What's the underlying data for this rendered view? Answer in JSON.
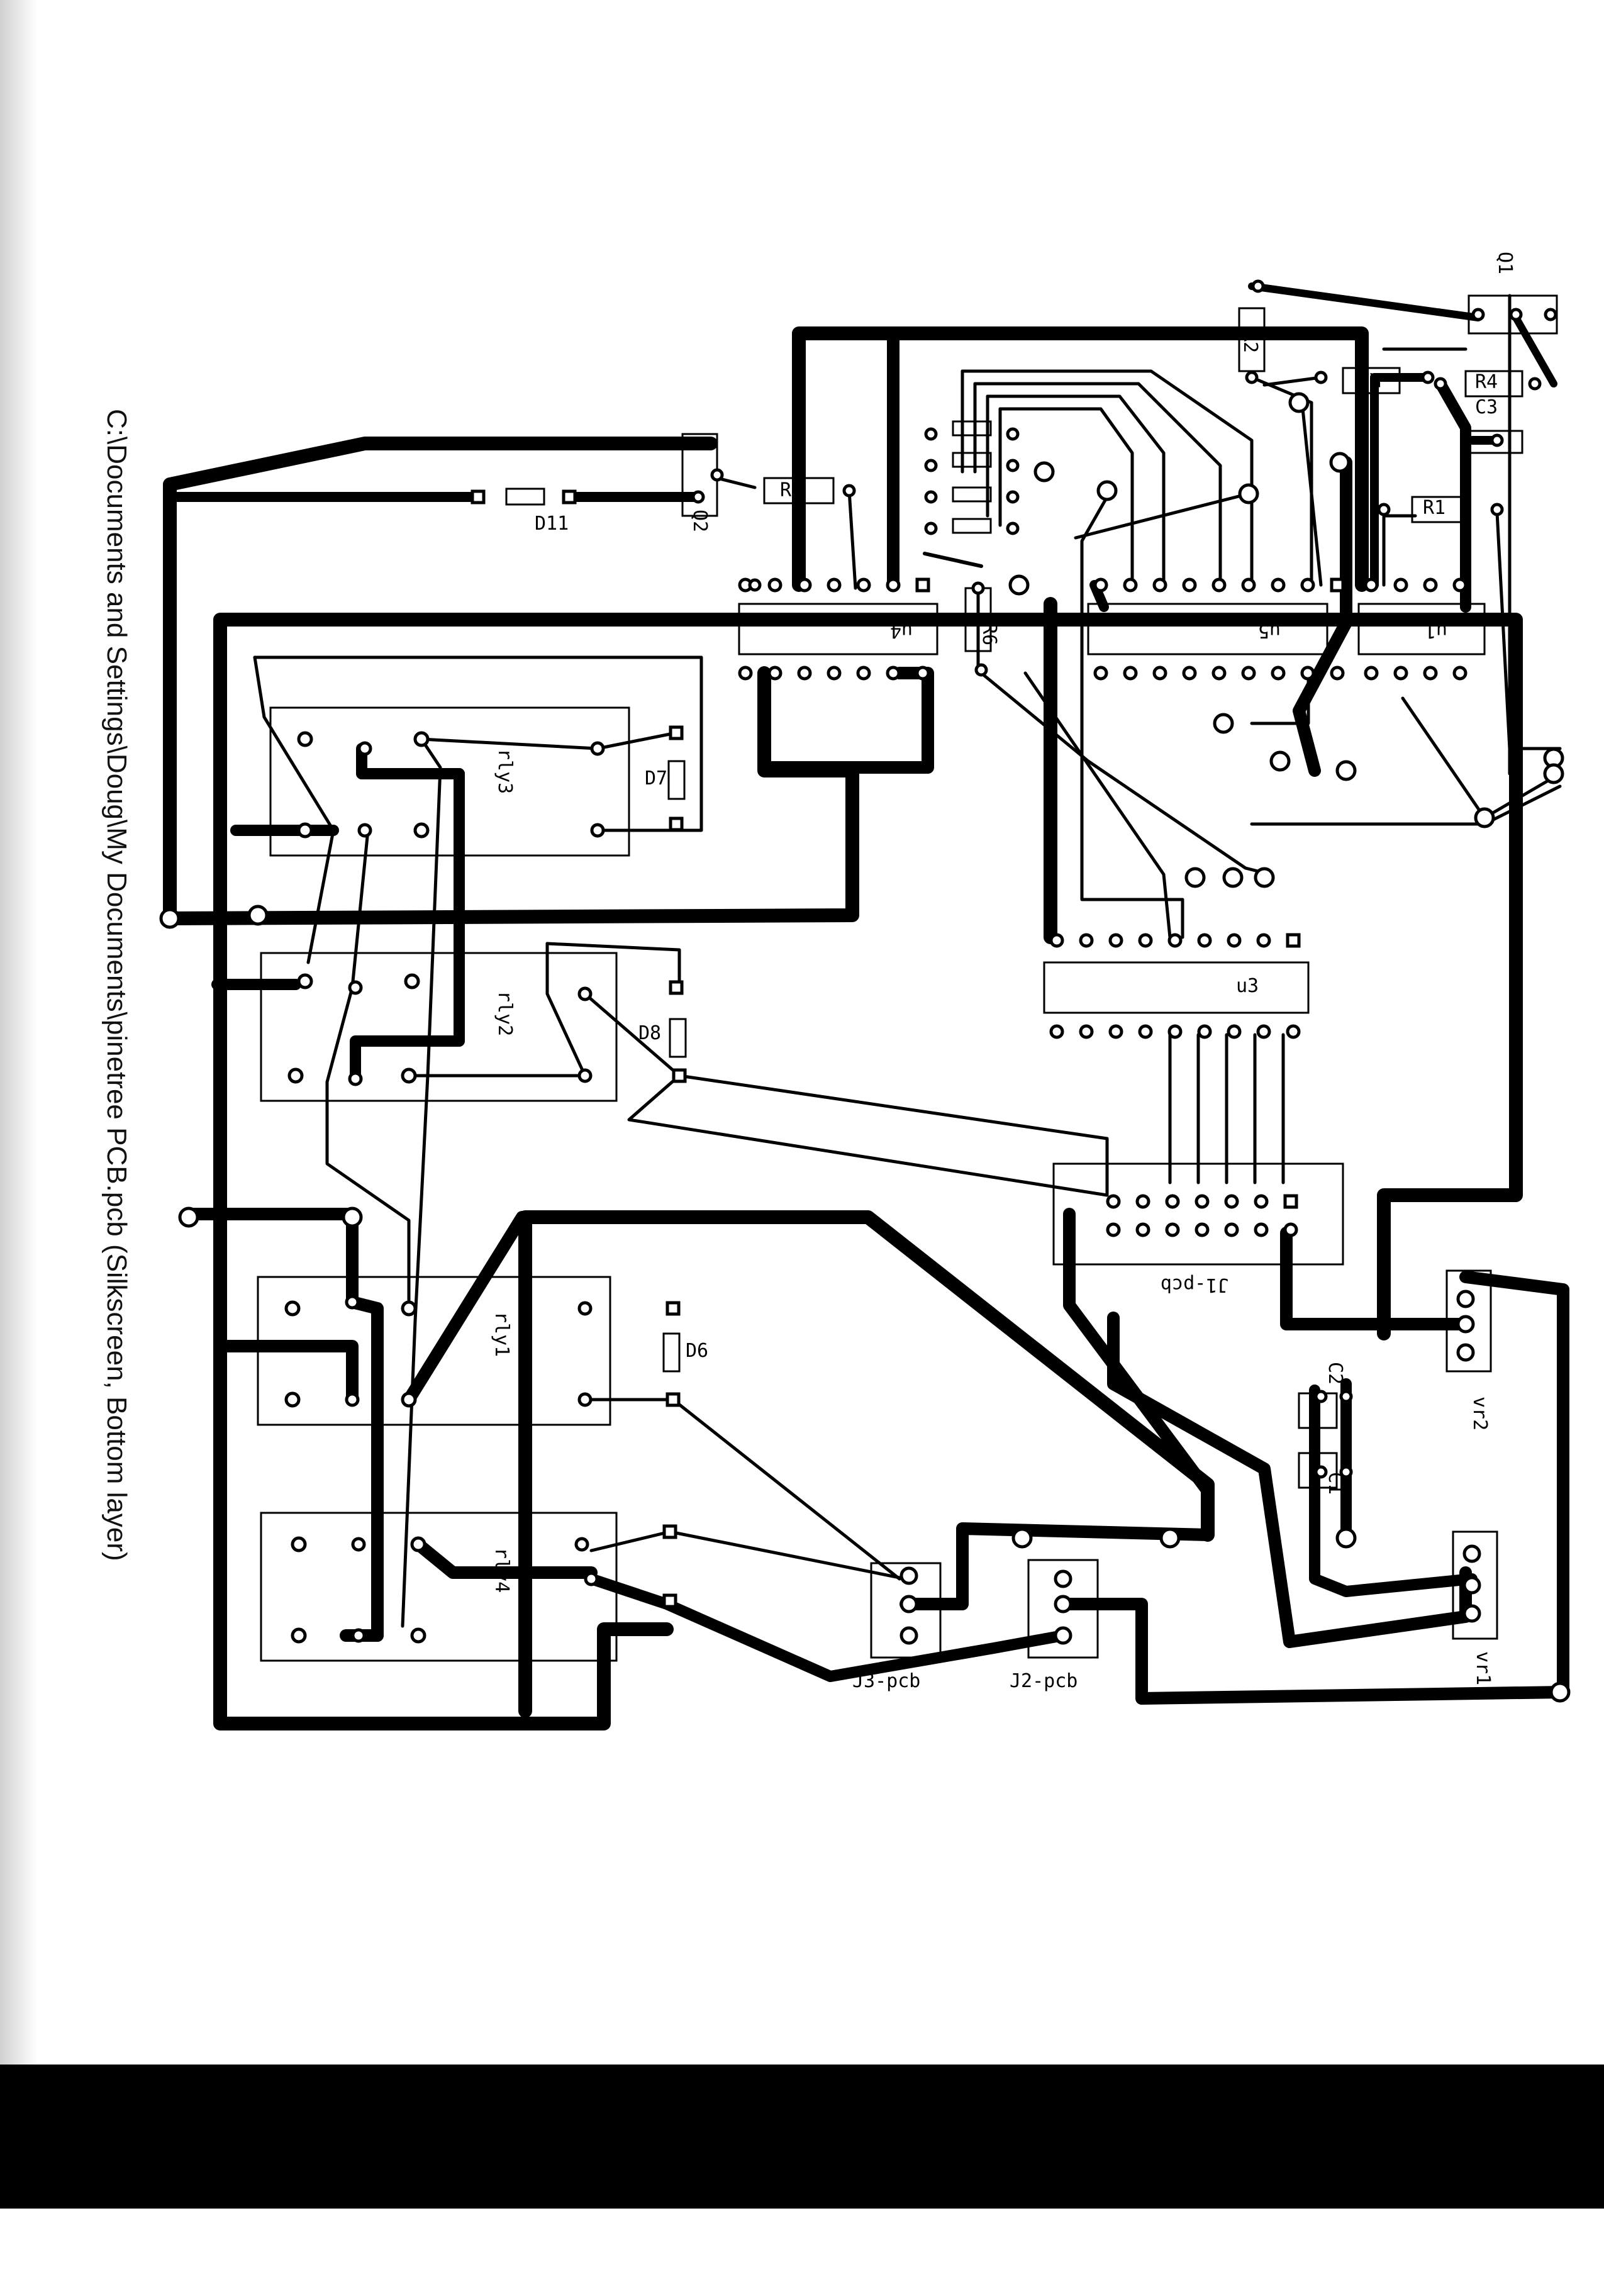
{
  "document": {
    "caption": "C:\\Documents and Settings\\Doug\\My Documents\\pinetree PCB.pcb  (Silkscreen, Bottom layer)"
  },
  "components": {
    "q1": "Q1",
    "q2": "Q2",
    "r1": "R1",
    "r2": "R2",
    "r3": "R3",
    "r4": "R4",
    "r5": "R5",
    "r6": "R6",
    "c1": "C1",
    "c2": "C2",
    "c3": "C3",
    "d6": "D6",
    "d7": "D7",
    "d8": "D8",
    "d11": "D11",
    "u1": "u1",
    "u3": "u3",
    "u4": "u4",
    "u5": "u5",
    "rly1": "rly1",
    "rly2": "rly2",
    "rly3": "rly3",
    "rly4": "rly4",
    "j1": "J1-pcb",
    "j2": "J2-pcb",
    "j3": "J3-pcb",
    "vr1": "vr1",
    "vr2": "vr2"
  },
  "colors": {
    "trace": "#000000",
    "background": "#ffffff",
    "footer": "#000000"
  }
}
